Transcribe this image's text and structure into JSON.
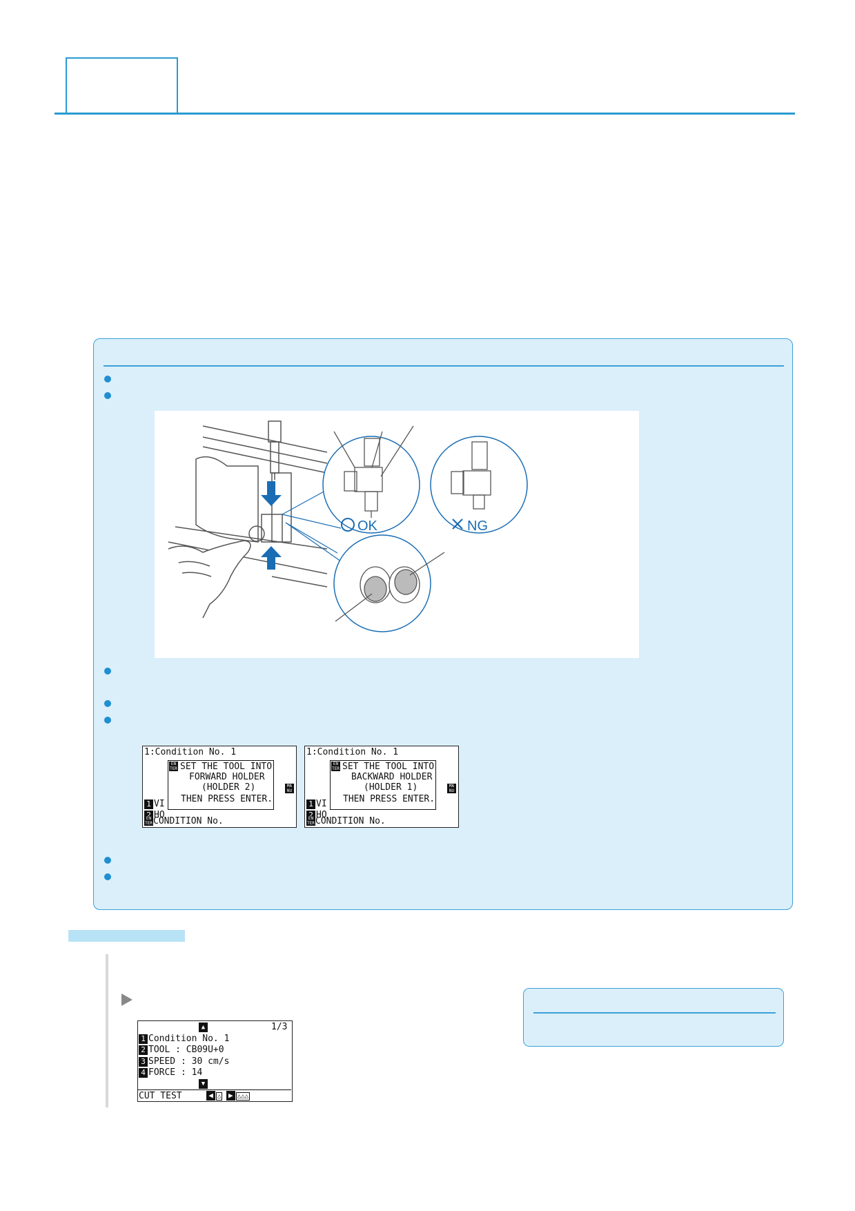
{
  "note": {
    "illustration": {
      "ok_label": "OK",
      "ng_label": "NG"
    },
    "screens": [
      {
        "line1": "1:Condition No. 1",
        "dialog": [
          "SET THE TOOL INTO",
          "FORWARD HOLDER",
          "(HOLDER 2)",
          "THEN PRESS ENTER."
        ],
        "row1": "VI",
        "row2": "HO",
        "footer": "CONDITION No."
      },
      {
        "line1": "1:Condition No. 1",
        "dialog": [
          "SET THE TOOL INTO",
          "BACKWARD HOLDER",
          "(HOLDER 1)",
          "THEN PRESS ENTER."
        ],
        "row1": "VI",
        "row2": "HO",
        "footer": "CONDITION No."
      }
    ]
  },
  "main_screen": {
    "page": "1/3",
    "rows": [
      {
        "key": "1",
        "text": "Condition No. 1"
      },
      {
        "key": "2",
        "text": "TOOL  : CB09U+0"
      },
      {
        "key": "3",
        "text": "SPEED : 30 cm/s"
      },
      {
        "key": "4",
        "text": "FORCE : 14"
      }
    ],
    "footer": "CUT TEST"
  },
  "colors": {
    "accent": "#2a9bd1",
    "panel_bg": "#dbeffb",
    "section_bar": "#b8e2f6"
  }
}
